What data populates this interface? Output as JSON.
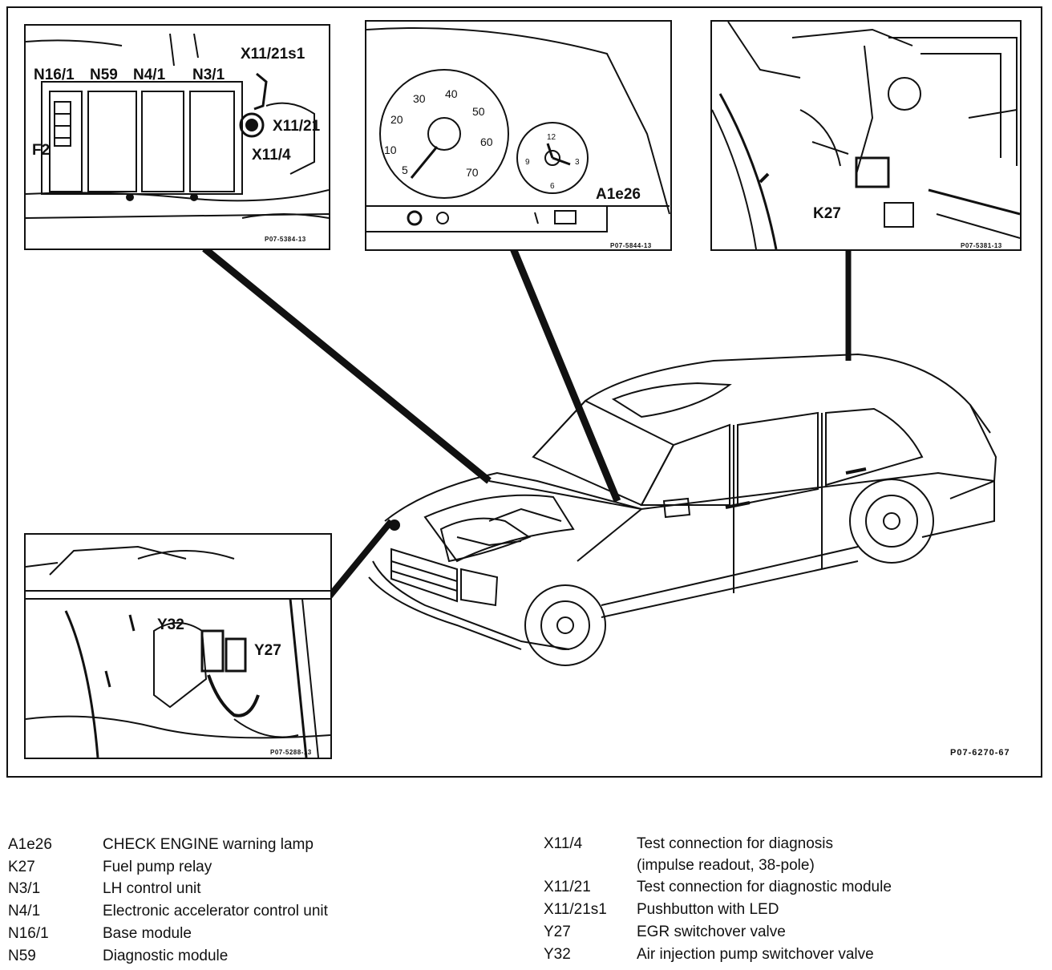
{
  "insets": {
    "fuse_box": {
      "labels": [
        "X11/21s1",
        "N16/1",
        "N59",
        "N4/1",
        "N3/1",
        "X11/21",
        "F2",
        "X11/4"
      ],
      "ref": "P07-5384-13"
    },
    "cluster": {
      "speedo_ticks": [
        "10",
        "20",
        "30",
        "40",
        "50",
        "60",
        "70",
        "5"
      ],
      "clock_ticks": [
        "12",
        "3",
        "6",
        "9"
      ],
      "label": "A1e26",
      "ref": "P07-5844-13"
    },
    "relay": {
      "label": "K27",
      "ref": "P07-5381-13"
    },
    "valves": {
      "labels": [
        "Y32",
        "Y27"
      ],
      "ref": "P07-5288-13"
    }
  },
  "figure_ref": "P07-6270-67",
  "legend": {
    "left": [
      {
        "code": "A1e26",
        "desc": "CHECK ENGINE warning lamp"
      },
      {
        "code": "K27",
        "desc": "Fuel pump relay"
      },
      {
        "code": "N3/1",
        "desc": "LH control unit"
      },
      {
        "code": "N4/1",
        "desc": "Electronic accelerator control unit"
      },
      {
        "code": "N16/1",
        "desc": "Base module"
      },
      {
        "code": "N59",
        "desc": "Diagnostic  module"
      }
    ],
    "right": [
      {
        "code": "X11/4",
        "desc": "Test connection for diagnosis"
      },
      {
        "code": "",
        "desc": "(impulse readout, 38-pole)"
      },
      {
        "code": "X11/21",
        "desc": "Test connection for diagnostic module"
      },
      {
        "code": "X11/21s1",
        "desc": "Pushbutton with LED"
      },
      {
        "code": "Y27",
        "desc": "EGR switchover valve"
      },
      {
        "code": "Y32",
        "desc": "Air injection pump switchover valve"
      }
    ]
  }
}
